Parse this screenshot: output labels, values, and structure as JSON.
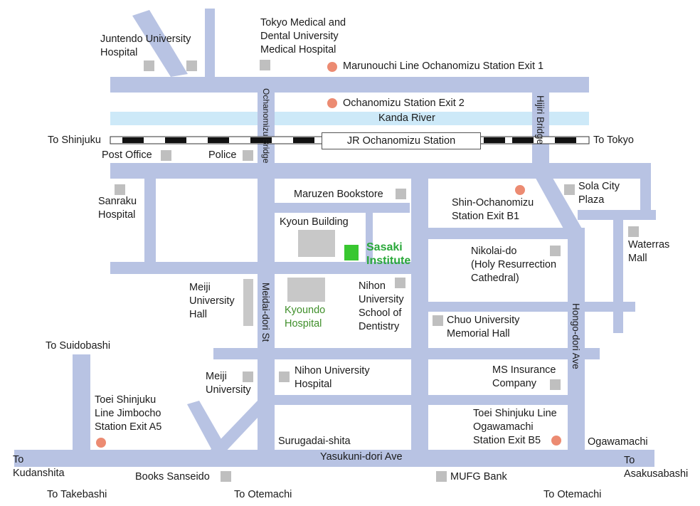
{
  "colors": {
    "road": "#b8c3e3",
    "river": "#cde9f8",
    "landmark": "#bfbfbf",
    "building": "#c8c8c8",
    "exit": "#ec8b72",
    "target": "#38c730",
    "target_text": "#2aa83a",
    "hospital_text": "#3f8f2a",
    "rail_dark": "#111111"
  },
  "labels": {
    "juntendo": "Juntendo University\nHospital",
    "tmd": "Tokyo Medical and\nDental University\nMedical Hospital",
    "marunouchi_exit1": "Marunouchi  Line Ochanomizu  Station Exit 1",
    "ochanomizu_exit2": "Ochanomizu  Station Exit 2",
    "kanda_river": "Kanda River",
    "to_shinjuku": "To Shinjuku",
    "jr_station": "JR Ochanomizu  Station",
    "to_tokyo": "To Tokyo",
    "post_office": "Post Office",
    "police": "Police",
    "maruzen": "Maruzen  Bookstore",
    "shin_exit_b1": "Shin-Ochanomizu\nStation Exit B1",
    "sola_city": "Sola City\nPlaza",
    "sanraku": "Sanraku\nHospital",
    "kyoun": "Kyoun Building",
    "sasaki": "Sasaki\nInstitute",
    "nikolai": "Nikolai-do\n(Holy Resurrection\nCathedral)",
    "waterras": "Waterras\nMall",
    "meiji_hall": "Meiji\nUniversity\nHall",
    "kyoundo": "Kyoundo\nHospital",
    "nihon_dentistry": "Nihon\nUniversity\nSchool of\nDentistry",
    "chuo_hall": "Chuo University\nMemorial Hall",
    "to_suidobashi": "To Suidobashi",
    "meiji_univ": "Meiji\nUniversity",
    "nihon_hospital": "Nihon University\nHospital",
    "ms_insurance": "MS Insurance\nCompany",
    "jimbocho_a5": "Toei Shinjuku\nLine Jimbocho\nStation Exit A5",
    "ogawamachi_b5": "Toei Shinjuku Line\nOgawamachi\nStation Exit B5",
    "surugadai": "Surugadai-shita",
    "ogawamachi": "Ogawamachi",
    "yasukuni": "Yasukuni-dori Ave",
    "to_kudanshita": "To\nKudanshita",
    "to_asakusabashi": "To\nAsakusabashi",
    "books_sanseido": "Books Sanseido",
    "mufg": "MUFG Bank",
    "to_takebashi": "To Takebashi",
    "to_otemachi_1": "To Otemachi",
    "to_otemachi_2": "To Otemachi",
    "ochanomizu_bridge": "Ochanomizu Bridge",
    "hijiri_bridge": "Hijiri Bridge",
    "meidai_st": "Meidai-dori St",
    "hongo_ave": "Hongo-dori Ave"
  }
}
